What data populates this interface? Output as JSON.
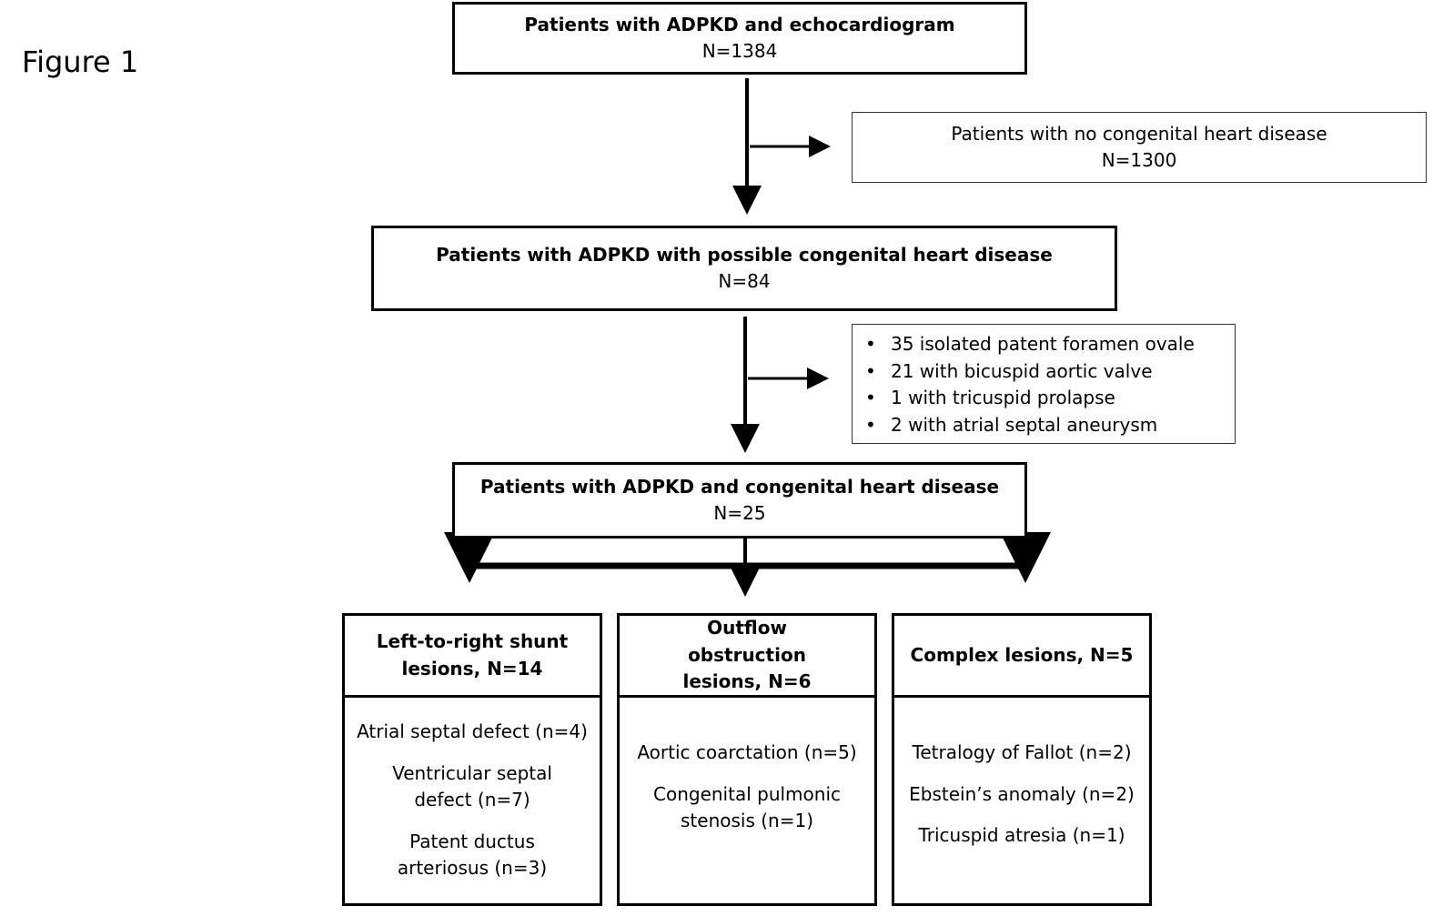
{
  "figure_label": "Figure 1",
  "nodes": {
    "all_patients": {
      "title": "Patients with ADPKD and echocardiogram",
      "count": "N=1384"
    },
    "no_chd": {
      "title": "Patients with no congenital heart disease",
      "count": "N=1300"
    },
    "possible_chd": {
      "title": "Patients with ADPKD with possible congenital heart disease",
      "count": "N=84"
    },
    "excluded": {
      "bullet": "•",
      "items": [
        "35 isolated patent foramen ovale",
        "21 with bicuspid aortic valve",
        "1 with tricuspid prolapse",
        "2 with atrial septal aneurysm"
      ]
    },
    "chd": {
      "title": "Patients with ADPKD and congenital heart disease",
      "count": "N=25"
    }
  },
  "categories": [
    {
      "title": "Left-to-right shunt lesions, N=14",
      "items": [
        "Atrial septal defect (n=4)",
        "Ventricular septal defect (n=7)",
        "Patent ductus arteriosus (n=3)"
      ]
    },
    {
      "title": "Outflow obstruction lesions, N=6",
      "items": [
        "Aortic coarctation (n=5)",
        "Congenital pulmonic stenosis (n=1)"
      ]
    },
    {
      "title": "Complex lesions, N=5",
      "items": [
        "Tetralogy of Fallot (n=2)",
        "Ebstein’s anomaly (n=2)",
        "Tricuspid atresia (n=1)"
      ]
    }
  ]
}
